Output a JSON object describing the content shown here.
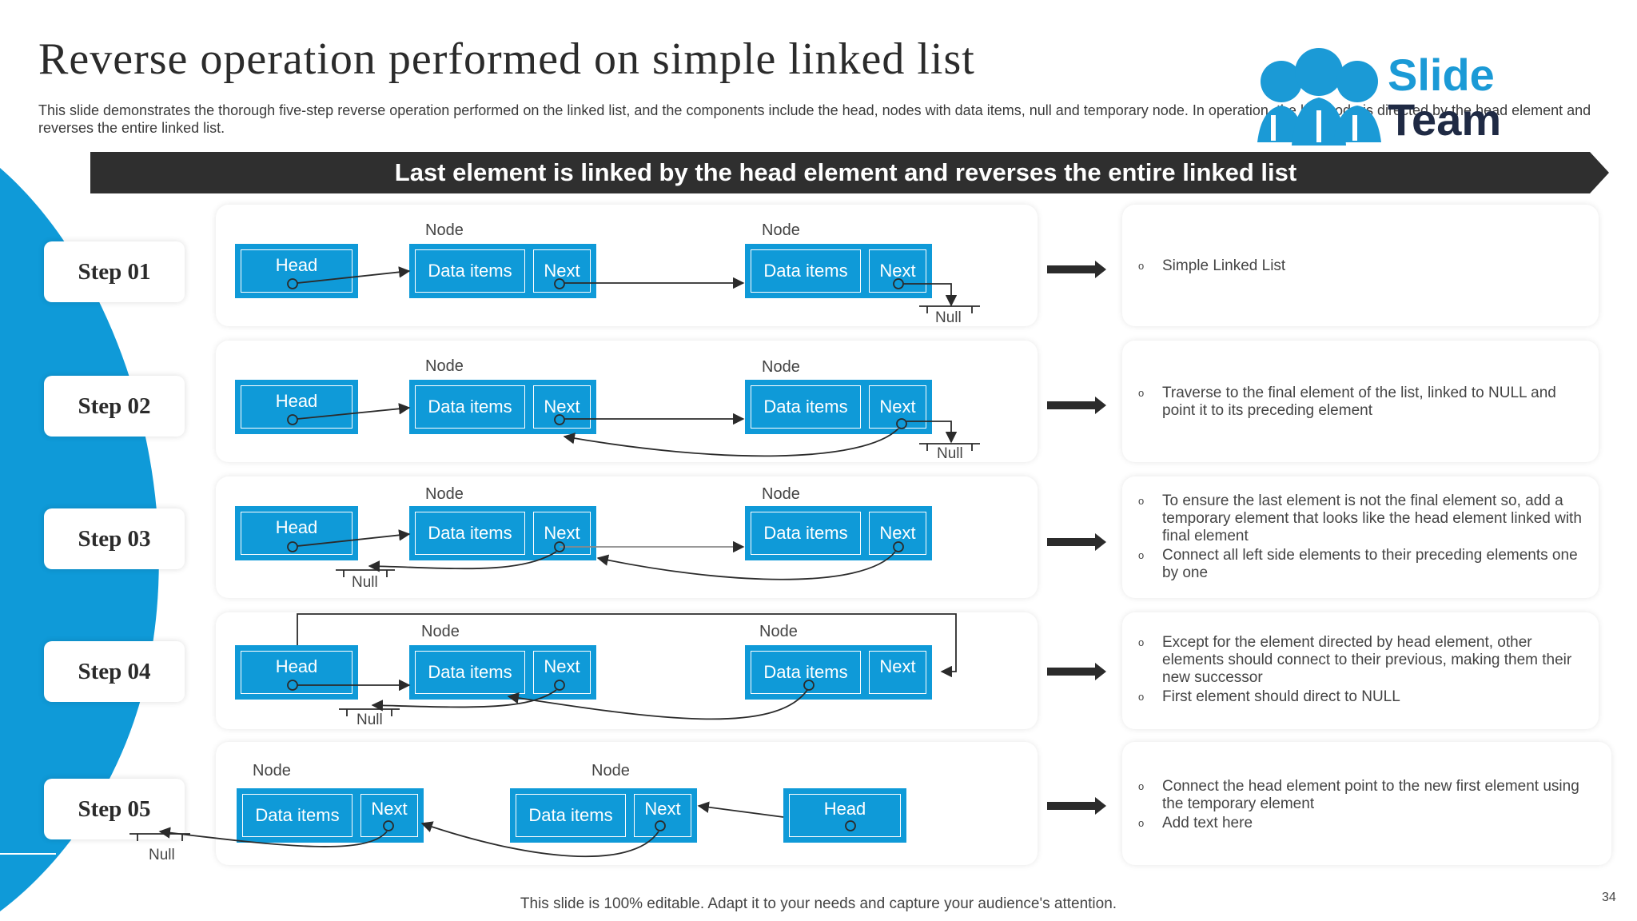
{
  "title": "Reverse operation performed on simple linked list",
  "subtitle": "This slide demonstrates the thorough five-step reverse operation performed on the linked list, and the components include the head, nodes with data items, null and temporary node. In operation, the last node is directed by the head element and reverses the entire linked list.",
  "logo": {
    "word1": "Slide",
    "word2": "Team"
  },
  "banner": "Last element is linked by the head element and reverses the entire linked list",
  "labels": {
    "node": "Node",
    "head": "Head",
    "data": "Data items",
    "next": "Next",
    "null": "Null"
  },
  "steps": [
    {
      "label": "Step 01",
      "bullets": [
        "Simple Linked List"
      ]
    },
    {
      "label": "Step 02",
      "bullets": [
        "Traverse to the final element of the list, linked to NULL and point it to its preceding element"
      ]
    },
    {
      "label": "Step 03",
      "bullets": [
        "To ensure the last element is not the final element so, add a temporary element that looks like the head element linked with final element",
        "Connect all left side elements to their preceding elements one by one"
      ]
    },
    {
      "label": "Step 04",
      "bullets": [
        "Except for the element directed by head element, other elements should connect to their previous, making them their new successor",
        "First element should direct to NULL"
      ]
    },
    {
      "label": "Step 05",
      "bullets": [
        "Connect the head element point to the new first element using the temporary element",
        "Add text here"
      ]
    }
  ],
  "footer": "This slide is 100% editable. Adapt it to your needs and capture your audience's attention.",
  "page_number": "34",
  "colors": {
    "accent": "#0f9ad8",
    "banner": "#2f2f2f",
    "text": "#2b2b2b"
  }
}
